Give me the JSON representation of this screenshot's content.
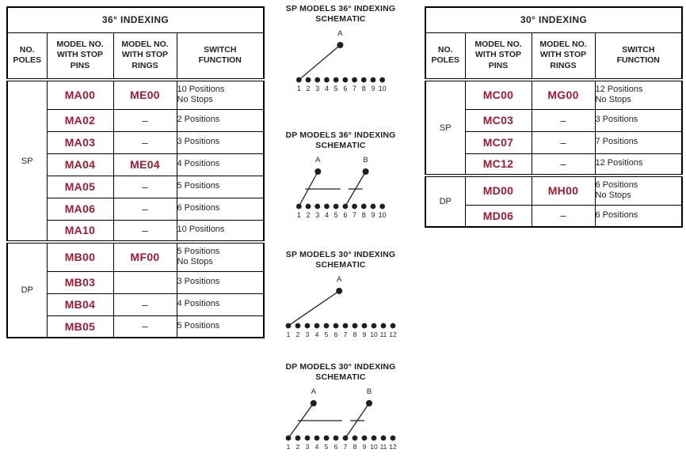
{
  "colors": {
    "model_number_red": "#9e1b32",
    "text_dark": "#231f20",
    "border_black": "#000000",
    "background": "#ffffff"
  },
  "tables": [
    {
      "title": "36° INDEXING",
      "headers": [
        "NO.\nPOLES",
        "MODEL NO.\nWITH STOP\nPINS",
        "MODEL NO.\nWITH STOP\nRINGS",
        "SWITCH\nFUNCTION"
      ],
      "groups": [
        {
          "pole": "SP",
          "rows": [
            {
              "pins": "MA00",
              "rings": "ME00",
              "function": "10 Positions\nNo Stops"
            },
            {
              "pins": "MA02",
              "rings": "–",
              "function": "2 Positions"
            },
            {
              "pins": "MA03",
              "rings": "–",
              "function": "3 Positions"
            },
            {
              "pins": "MA04",
              "rings": "ME04",
              "function": "4 Positions"
            },
            {
              "pins": "MA05",
              "rings": "–",
              "function": "5 Positions"
            },
            {
              "pins": "MA06",
              "rings": "–",
              "function": "6 Positions"
            },
            {
              "pins": "MA10",
              "rings": "–",
              "function": "10 Positions"
            }
          ]
        },
        {
          "pole": "DP",
          "rows": [
            {
              "pins": "MB00",
              "rings": "MF00",
              "function": "5 Positions\nNo Stops"
            },
            {
              "pins": "MB03",
              "rings": "",
              "function": "3 Positions"
            },
            {
              "pins": "MB04",
              "rings": "–",
              "function": "4 Positions"
            },
            {
              "pins": "MB05",
              "rings": "–",
              "function": "5 Positions"
            }
          ]
        }
      ]
    },
    {
      "title": "30° INDEXING",
      "headers": [
        "NO.\nPOLES",
        "MODEL NO.\nWITH STOP\nPINS",
        "MODEL NO.\nWITH STOP\nRINGS",
        "SWITCH\nFUNCTION"
      ],
      "groups": [
        {
          "pole": "SP",
          "rows": [
            {
              "pins": "MC00",
              "rings": "MG00",
              "function": "12 Positions\nNo Stops"
            },
            {
              "pins": "MC03",
              "rings": "–",
              "function": "3 Positions"
            },
            {
              "pins": "MC07",
              "rings": "–",
              "function": "7 Positions"
            },
            {
              "pins": "MC12",
              "rings": "–",
              "function": "12 Positions"
            }
          ]
        },
        {
          "pole": "DP",
          "rows": [
            {
              "pins": "MD00",
              "rings": "MH00",
              "function": "6 Positions\nNo Stops"
            },
            {
              "pins": "MD06",
              "rings": "–",
              "function": "6 Positions"
            }
          ]
        }
      ]
    }
  ],
  "schematics": [
    {
      "title": "SP MODELS 36° INDEXING\nSCHEMATIC",
      "contacts": 10,
      "contact_labels": [
        "1",
        "2",
        "3",
        "4",
        "5",
        "6",
        "7",
        "8",
        "9",
        "10"
      ],
      "poles": [
        {
          "label": "A",
          "from_contact": 1,
          "apex_above_position": 5.45
        }
      ],
      "coupled": false
    },
    {
      "title": "DP MODELS 36° INDEXING\nSCHEMATIC",
      "contacts": 10,
      "contact_labels": [
        "1",
        "2",
        "3",
        "4",
        "5",
        "6",
        "7",
        "8",
        "9",
        "10"
      ],
      "poles": [
        {
          "label": "A",
          "from_contact": 1,
          "apex_above_position": 3.05
        },
        {
          "label": "B",
          "from_contact": 6,
          "apex_above_position": 8.2
        }
      ],
      "coupled": true
    },
    {
      "title": "SP MODELS 30° INDEXING\nSCHEMATIC",
      "contacts": 12,
      "contact_labels": [
        "1",
        "2",
        "3",
        "4",
        "5",
        "6",
        "7",
        "8",
        "9",
        "10",
        "11",
        "12"
      ],
      "poles": [
        {
          "label": "A",
          "from_contact": 1,
          "apex_above_position": 6.35
        }
      ],
      "coupled": false
    },
    {
      "title": "DP MODELS 30° INDEXING\nSCHEMATIC",
      "contacts": 12,
      "contact_labels": [
        "1",
        "2",
        "3",
        "4",
        "5",
        "6",
        "7",
        "8",
        "9",
        "10",
        "11",
        "12"
      ],
      "poles": [
        {
          "label": "A",
          "from_contact": 1,
          "apex_above_position": 3.65
        },
        {
          "label": "B",
          "from_contact": 7,
          "apex_above_position": 9.5
        }
      ],
      "coupled": true
    }
  ]
}
